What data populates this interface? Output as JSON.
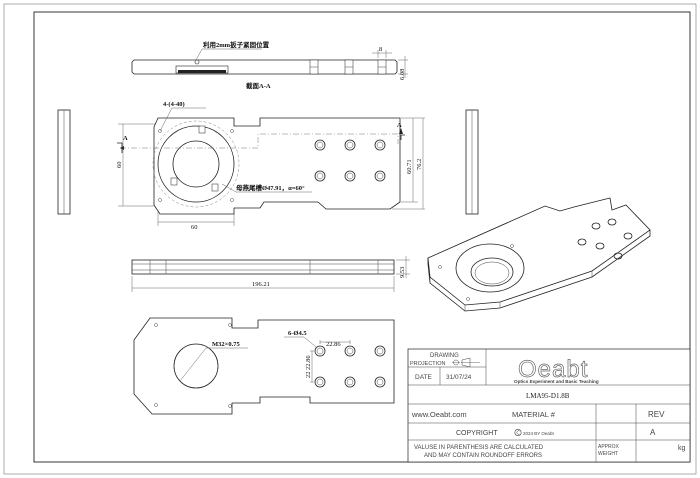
{
  "section_view": {
    "note": "利用2mm扳子紧固位置",
    "dim_8": "8",
    "dim_thickness": "6.08",
    "caption": "截面A-A"
  },
  "top_view": {
    "holes_note": "4-(4-40)",
    "dim_width": "60",
    "dim_height_left": "60",
    "dim_height_inner": "60.71",
    "dim_height_total": "76.2",
    "dovetail_note": "母燕尾槽Ø47.91，α=60°",
    "section_marker": "A"
  },
  "side_view": {
    "dim_length": "196.21",
    "dim_height": "9.53"
  },
  "bottom_view": {
    "holes_note": "6-Ø4.5",
    "thread_note": "M32×0.75",
    "dim_pitch_x": "22.86",
    "dim_pitch_y": "22.86",
    "dim_edge": "22"
  },
  "title_block": {
    "drawing_label": "DRAWING",
    "projection_label": "PROJECTION",
    "date_label": "DATE",
    "date_value": "31/07/24",
    "logo_text": "Oeabt",
    "logo_subtitle": "Optics Experiment and Basic Teaching",
    "part_number": "LMA95-D1.8B",
    "website": "www.Oeabt.com",
    "material_label": "MATERIAL #",
    "rev_label": "REV",
    "rev_value": "A",
    "copyright": "COPYRIGHT",
    "copyright_year": "2024 BY Oeabt",
    "disclaimer_line1": "VALUSE IN PARENTHESIS ARE CALCULATED",
    "disclaimer_line2": "AND MAY CONTAIN ROUNDOFF ERRORS",
    "approx_label": "APPROX",
    "weight_label": "WEIGHT",
    "weight_unit": "kg"
  }
}
